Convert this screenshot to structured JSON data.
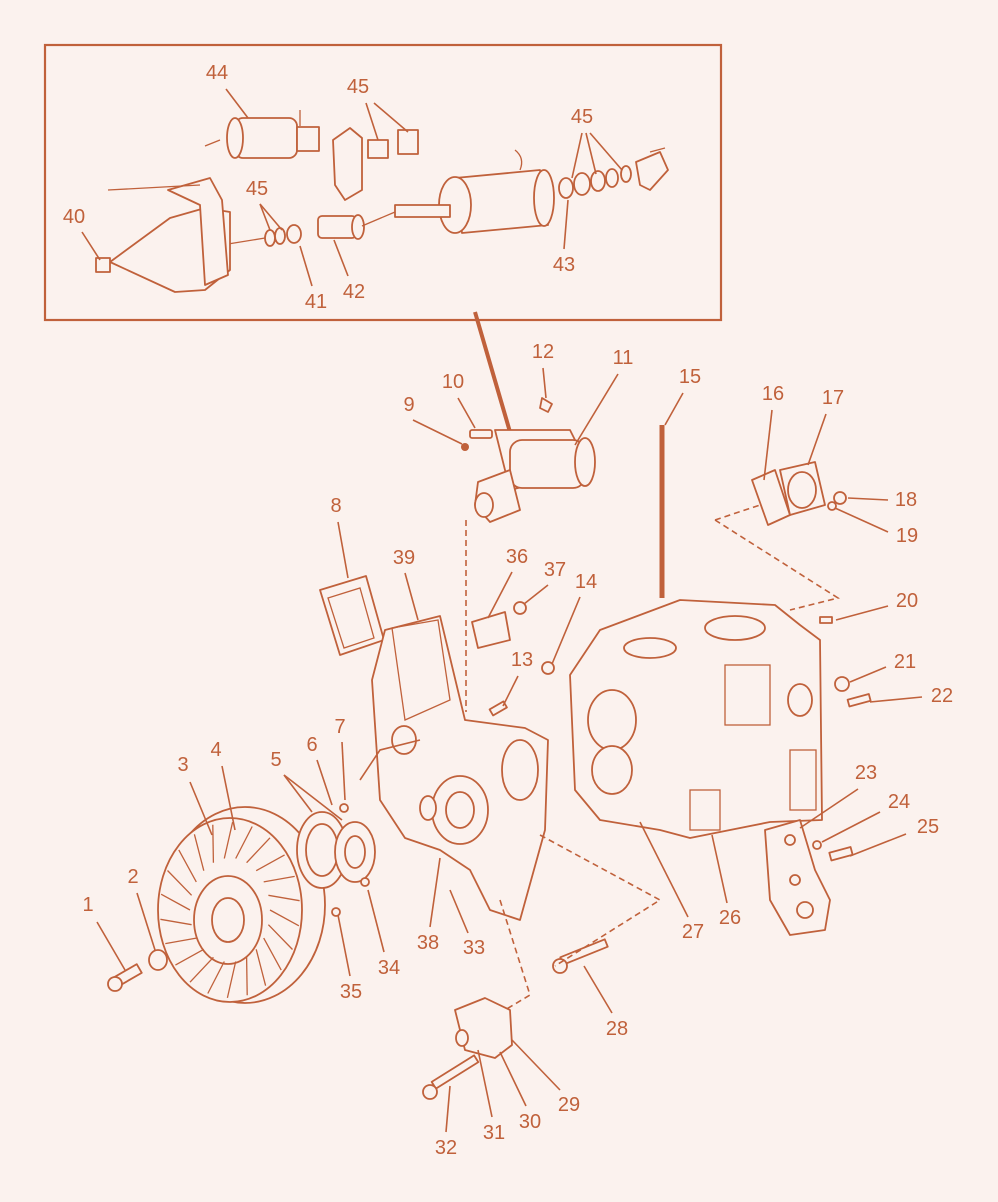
{
  "colors": {
    "ink": "#c0613b",
    "paper": "#fbf2ee"
  },
  "callouts": [
    {
      "id": "1",
      "text": "1"
    },
    {
      "id": "2",
      "text": "2"
    },
    {
      "id": "3",
      "text": "3"
    },
    {
      "id": "4",
      "text": "4"
    },
    {
      "id": "5",
      "text": "5"
    },
    {
      "id": "6",
      "text": "6"
    },
    {
      "id": "7",
      "text": "7"
    },
    {
      "id": "8",
      "text": "8"
    },
    {
      "id": "9",
      "text": "9"
    },
    {
      "id": "10",
      "text": "10"
    },
    {
      "id": "11",
      "text": "11"
    },
    {
      "id": "12",
      "text": "12"
    },
    {
      "id": "13",
      "text": "13"
    },
    {
      "id": "14",
      "text": "14"
    },
    {
      "id": "15",
      "text": "15"
    },
    {
      "id": "16",
      "text": "16"
    },
    {
      "id": "17",
      "text": "17"
    },
    {
      "id": "18",
      "text": "18"
    },
    {
      "id": "19",
      "text": "19"
    },
    {
      "id": "20",
      "text": "20"
    },
    {
      "id": "21",
      "text": "21"
    },
    {
      "id": "22",
      "text": "22"
    },
    {
      "id": "23",
      "text": "23"
    },
    {
      "id": "24",
      "text": "24"
    },
    {
      "id": "25",
      "text": "25"
    },
    {
      "id": "26",
      "text": "26"
    },
    {
      "id": "27",
      "text": "27"
    },
    {
      "id": "28",
      "text": "28"
    },
    {
      "id": "29",
      "text": "29"
    },
    {
      "id": "30",
      "text": "30"
    },
    {
      "id": "31",
      "text": "31"
    },
    {
      "id": "32",
      "text": "32"
    },
    {
      "id": "33",
      "text": "33"
    },
    {
      "id": "34",
      "text": "34"
    },
    {
      "id": "35",
      "text": "35"
    },
    {
      "id": "36",
      "text": "36"
    },
    {
      "id": "37",
      "text": "37"
    },
    {
      "id": "38",
      "text": "38"
    },
    {
      "id": "39",
      "text": "39"
    },
    {
      "id": "40",
      "text": "40"
    },
    {
      "id": "41",
      "text": "41"
    },
    {
      "id": "42",
      "text": "42"
    },
    {
      "id": "43",
      "text": "43"
    },
    {
      "id": "44",
      "text": "44"
    },
    {
      "id": "45a",
      "text": "45"
    },
    {
      "id": "45b",
      "text": "45"
    },
    {
      "id": "45c",
      "text": "45"
    }
  ]
}
